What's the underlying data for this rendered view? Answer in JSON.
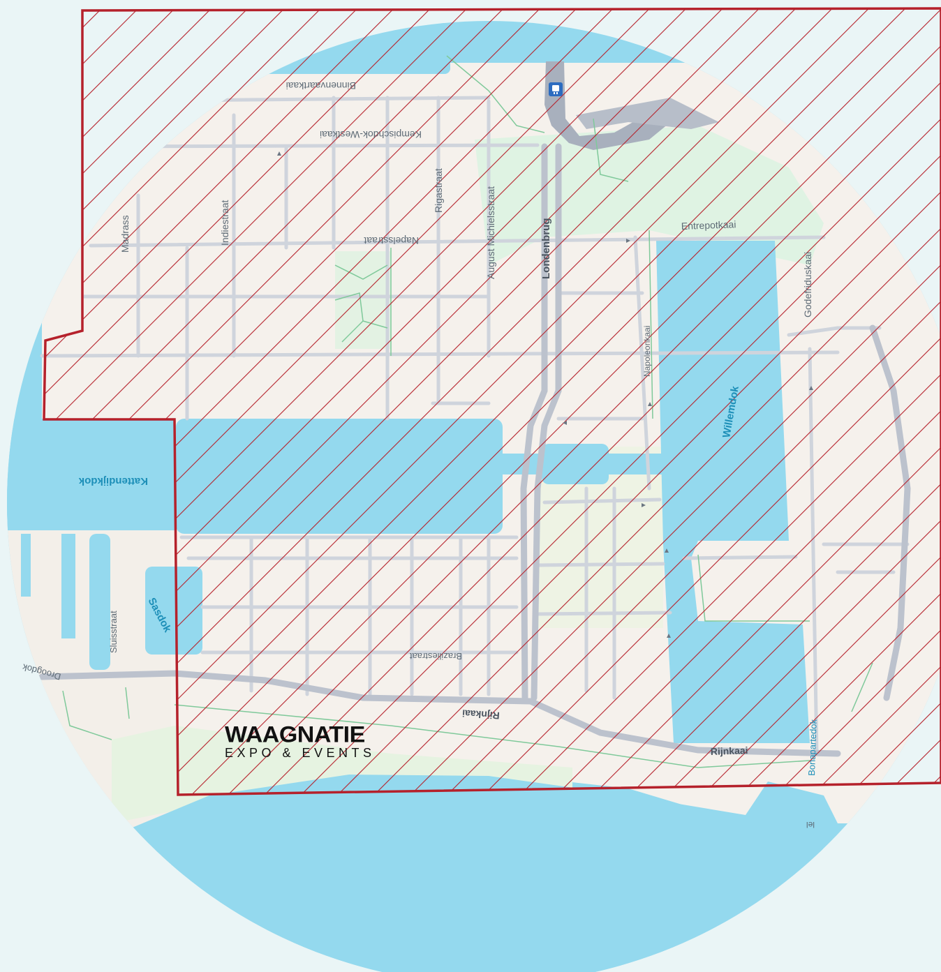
{
  "colors": {
    "background": "#eaf5f6",
    "water": "#94d9ee",
    "land": "#f5f1ec",
    "park": "#dff3e3",
    "road": "#c9ced8",
    "road_major": "#b5bcc8",
    "path": "#7fc99a",
    "zone_stroke": "#b5212b",
    "label": "#5d6a75",
    "water_text": "#1d8fb8"
  },
  "map": {
    "streets": [
      "Binnenvaartkaai",
      "Kempischdok-Westkaai",
      "Madrass",
      "Indiestraat",
      "Rigastraat",
      "August Michielsstraat",
      "Napelsstraat",
      "Londenbrug",
      "Entrepotkaai",
      "Godefriduskaai",
      "Napoleonkaai",
      "Sluisstraat",
      "Droogdok",
      "Braziliestraat",
      "Rijnkaai",
      "Rijnkaai",
      "lel"
    ],
    "water_bodies": [
      "Kattendijkdok",
      "Willemdok",
      "Sasdok",
      "Bonapartedok"
    ]
  },
  "logo": {
    "main": "WAAGNATIE",
    "sub": "EXPO & EVENTS"
  },
  "icons": {
    "transit": "tram-stop-icon"
  }
}
